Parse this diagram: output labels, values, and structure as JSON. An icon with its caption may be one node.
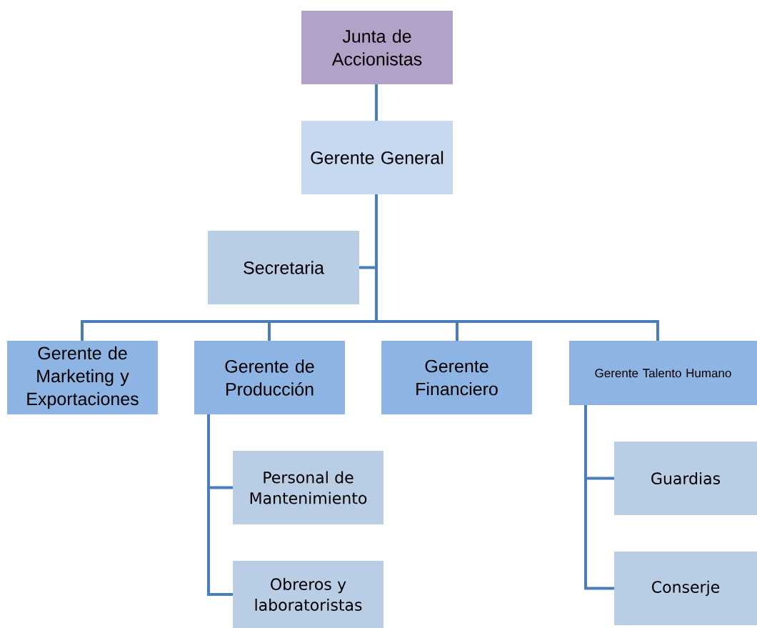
{
  "diagram": {
    "nodes": [
      {
        "text": [
          "Junta de Accionistas"
        ]
      },
      {
        "text": [
          "Gerente General"
        ]
      },
      {
        "text": [
          "Secretaria"
        ]
      },
      {
        "text": [
          "Gerente de Marketing y Exportaciones"
        ]
      },
      {
        "text": [
          "Gerente de Producción"
        ]
      },
      {
        "text": [
          "Gerente Financiero"
        ]
      },
      {
        "text": [
          "Gerente Talento Humano"
        ]
      },
      {
        "text": [
          "Personal de Mantenimiento"
        ]
      },
      {
        "text": [
          "Obreros y laboratoristas"
        ]
      },
      {
        "text": [
          "Guardias"
        ]
      },
      {
        "text": [
          "Conserje"
        ]
      }
    ],
    "edges": [
      {
        "from": 0,
        "to": 1,
        "arrow": "none"
      },
      {
        "from": 1,
        "to": 2,
        "arrow": "none"
      },
      {
        "from": 1,
        "to": 3,
        "arrow": "none"
      },
      {
        "from": 1,
        "to": 4,
        "arrow": "none"
      },
      {
        "from": 1,
        "to": 5,
        "arrow": "none"
      },
      {
        "from": 1,
        "to": 6,
        "arrow": "none"
      },
      {
        "from": 4,
        "to": 7,
        "arrow": "none"
      },
      {
        "from": 4,
        "to": 8,
        "arrow": "none"
      },
      {
        "from": 6,
        "to": 9,
        "arrow": "none"
      },
      {
        "from": 6,
        "to": 10,
        "arrow": "none"
      }
    ]
  }
}
